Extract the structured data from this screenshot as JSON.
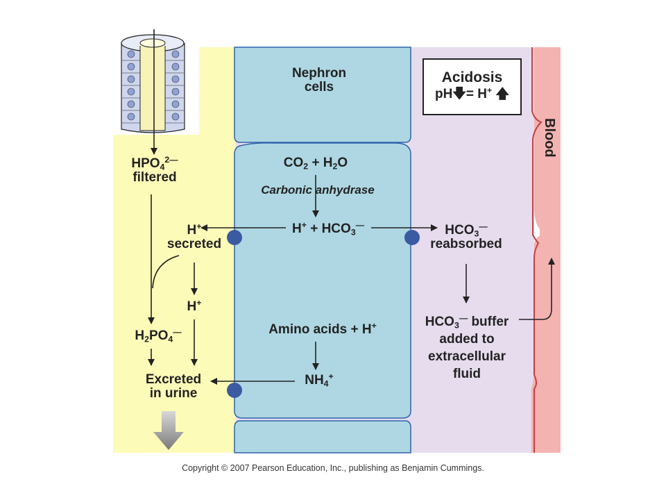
{
  "colors": {
    "lumen": "#fdfbb8",
    "nephron": "#aed7e3",
    "nephron_border": "#2f62ad",
    "interstitial": "#e6dcee",
    "blood": "#f3b3b1",
    "blood_border": "#c44040",
    "transporter": "#3a5aa2",
    "arrow": "#222222"
  },
  "labels": {
    "nephron_cells_1": "Nephron",
    "nephron_cells_2": "cells",
    "acidosis_title": "Acidosis",
    "acidosis_ph": "pH",
    "acidosis_eq": "= H",
    "blood": "Blood",
    "hpo4": "HPO",
    "hpo4_sub": "4",
    "hpo4_sup": "2—",
    "filtered": "filtered",
    "co2": "CO",
    "two": "2",
    "plus_h2o_h": "+ H",
    "o": "O",
    "carbonic_anhydrase": "Carbonic anhydrase",
    "h": "H",
    "plus_sup": "+",
    "plus_hco": "+ HCO",
    "three": "3",
    "minus": "—",
    "secreted": "secreted",
    "hco": "HCO",
    "reabsorbed": "reabsorbed",
    "h2po4_h": "H",
    "h2po4_po": "PO",
    "four": "4",
    "amino_acids": "Amino acids + H",
    "nh": "NH",
    "excreted": "Excreted",
    "in_urine": "in urine",
    "buffer_suffix": "buffer",
    "added_to": "added to",
    "extracellular": "extracellular",
    "fluid": "fluid"
  },
  "copyright": "Copyright © 2007 Pearson Education, Inc., publishing as Benjamin Cummings."
}
